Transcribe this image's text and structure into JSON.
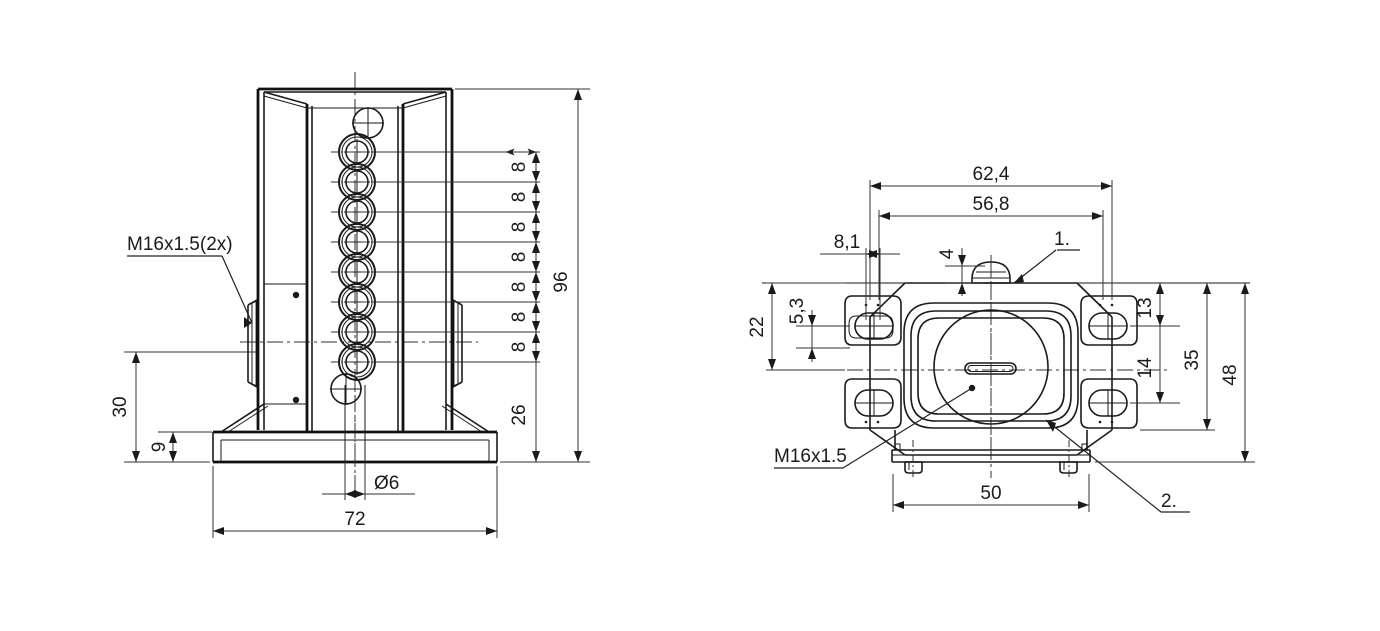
{
  "drawing": {
    "title": "Mechanical part - two orthographic views with dimensions",
    "units": "mm",
    "background_color": "#ffffff",
    "line_color": "#1a1a1a"
  },
  "left_view": {
    "name": "front-elevation-view",
    "labels": {
      "thread_callout": "M16x1.5(2x)",
      "hole_diameter": "Ø6"
    },
    "dimensions": {
      "overall_height": "96",
      "bottom_segment": "26",
      "pitch_spacings": [
        "8",
        "8",
        "8",
        "8",
        "8",
        "8",
        "8"
      ],
      "left_height": "30",
      "base_height": "9",
      "overall_width": "72"
    }
  },
  "right_view": {
    "name": "side-elevation-view",
    "labels": {
      "thread_callout": "M16x1.5",
      "item_one": "1.",
      "item_two": "2."
    },
    "dimensions": {
      "overall_width": "62,4",
      "inner_width": "56,8",
      "left_offset": "8,1",
      "top_boss_height": "4",
      "left_height": "22",
      "left_small_height": "5,3",
      "right_upper": "13",
      "right_middle": "14",
      "right_total": "35",
      "right_overall": "48",
      "base_width": "50"
    }
  }
}
